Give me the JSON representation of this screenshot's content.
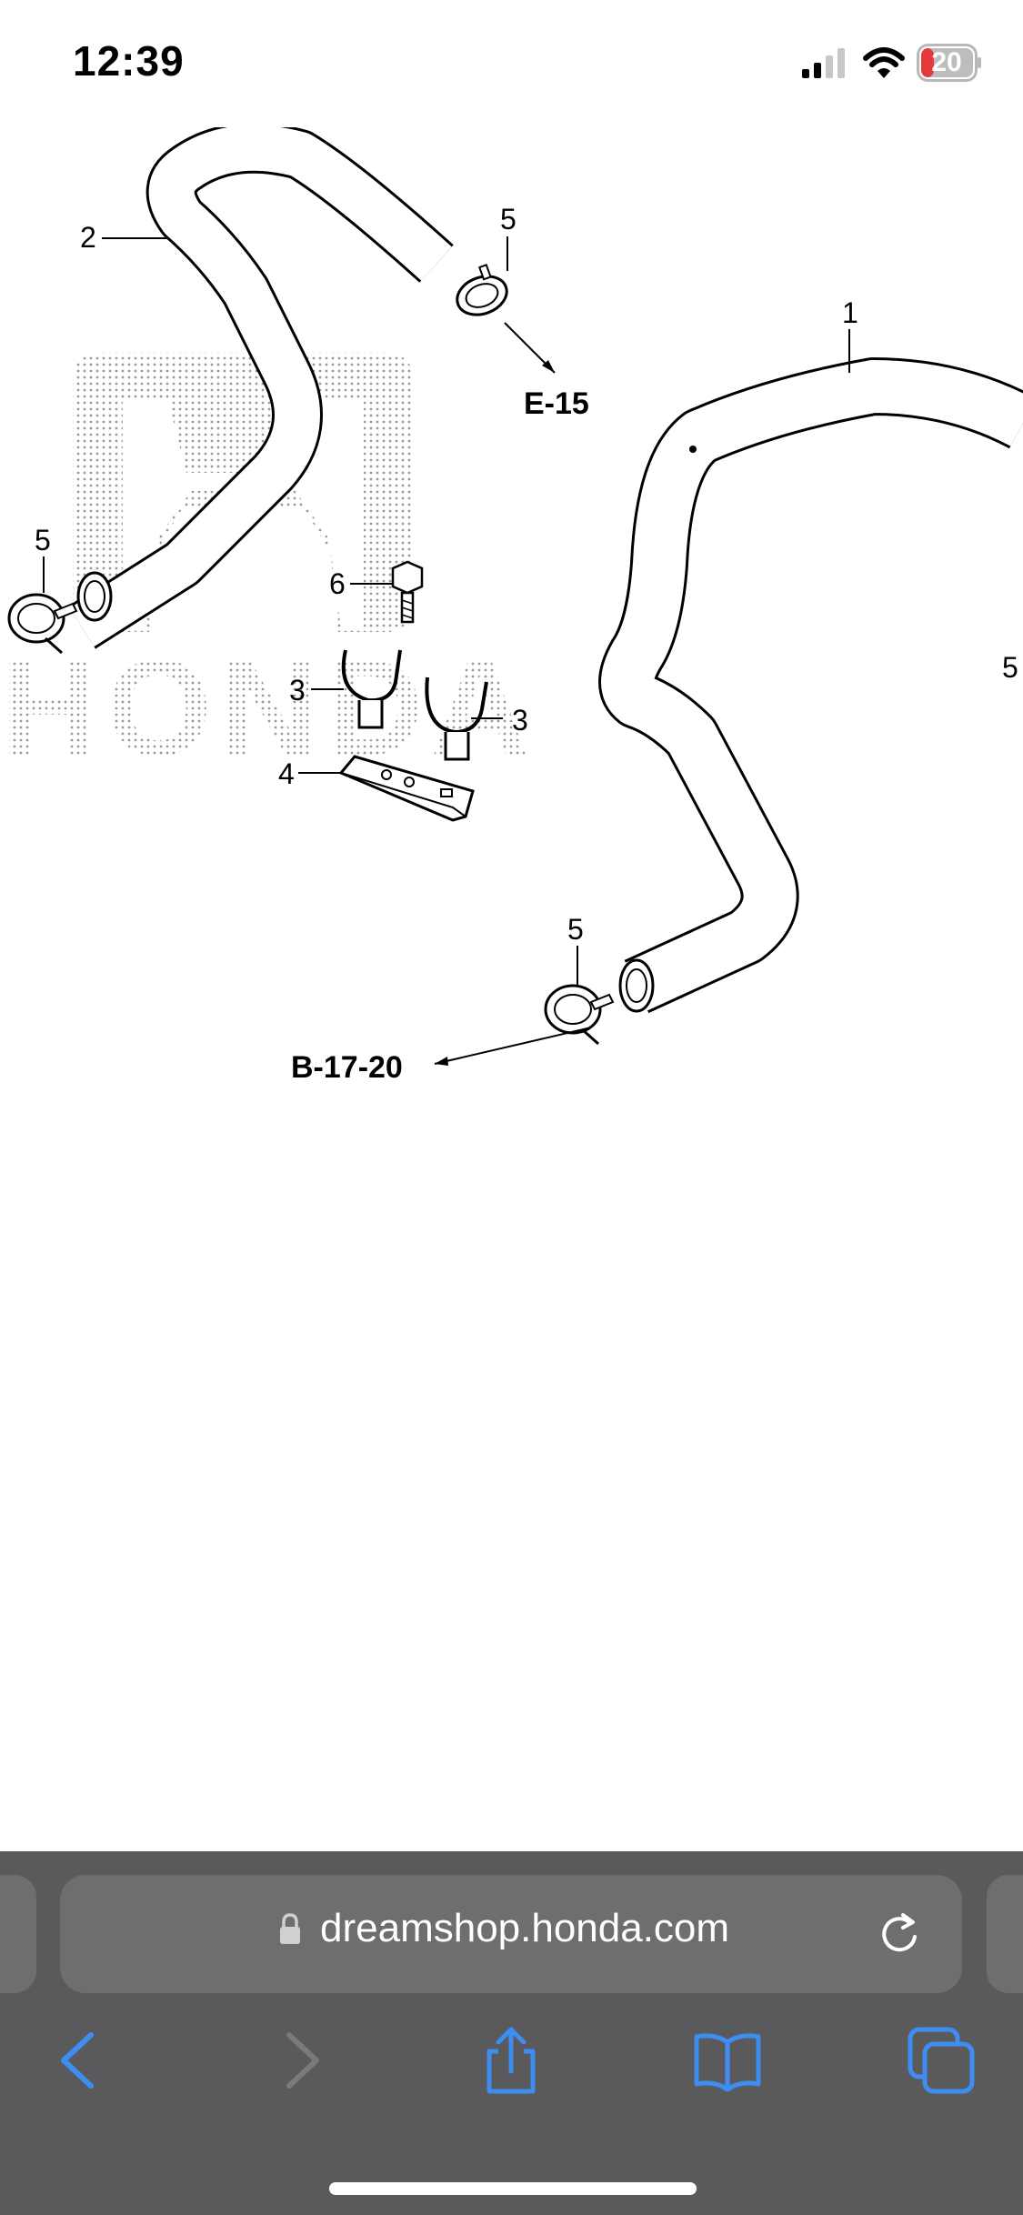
{
  "status_bar": {
    "time": "12:39",
    "battery_percent": "20",
    "battery_color": "#e5393b"
  },
  "diagram": {
    "callouts": {
      "hose_1": "1",
      "hose_2": "2",
      "clip_3a": "3",
      "clip_3b": "3",
      "stay_4": "4",
      "clamp_5_top": "5",
      "clamp_5_left": "5",
      "clamp_5_right": "5",
      "clamp_5_bottom": "5",
      "bolt_6": "6"
    },
    "refs": {
      "e15": "E-15",
      "b1720": "B-17-20"
    },
    "watermark_text": "HONDA"
  },
  "browser": {
    "url": "dreamshop.honda.com",
    "bar_color": "#5a5a5c",
    "accent_color": "#3d8df2",
    "icons": {
      "back": "chevron-left-icon",
      "forward": "chevron-right-icon",
      "share": "share-icon",
      "bookmarks": "book-icon",
      "tabs": "tabs-icon",
      "reload": "reload-icon",
      "lock": "lock-icon"
    }
  }
}
